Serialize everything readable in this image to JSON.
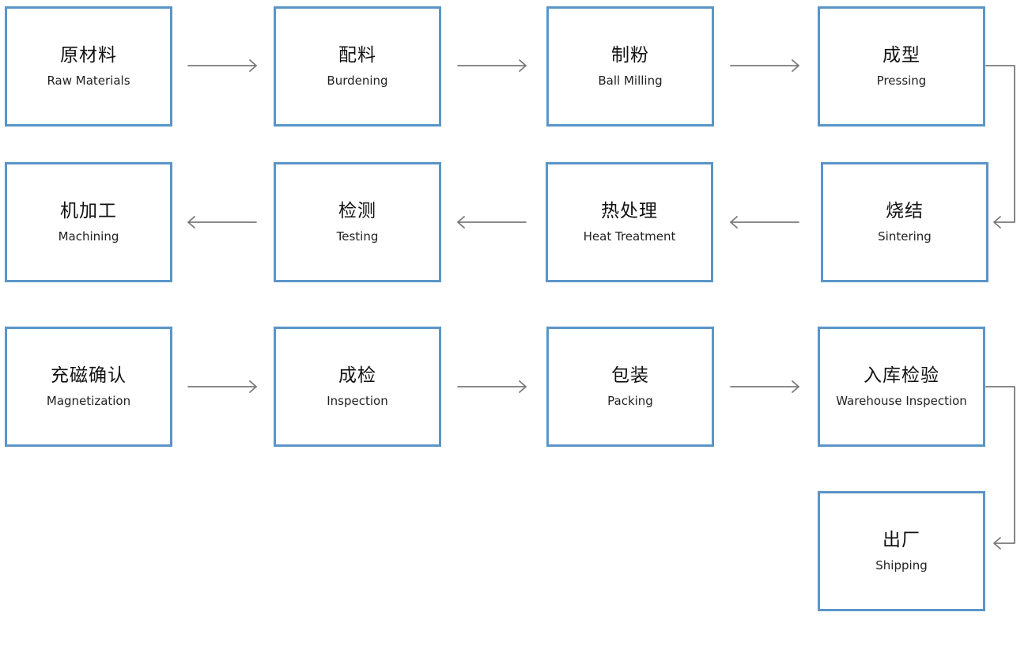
{
  "colors": {
    "box_border": "#5b95c8",
    "arrow": "#7a7a7a",
    "text": "#111111"
  },
  "steps": [
    {
      "title": "原材料",
      "subtitle": "Raw Materials"
    },
    {
      "title": "配料",
      "subtitle": "Burdening"
    },
    {
      "title": "制粉",
      "subtitle": "Ball Milling"
    },
    {
      "title": "成型",
      "subtitle": "Pressing"
    },
    {
      "title": "烧结",
      "subtitle": "Sintering"
    },
    {
      "title": "热处理",
      "subtitle": "Heat Treatment"
    },
    {
      "title": "检测",
      "subtitle": "Testing"
    },
    {
      "title": "机加工",
      "subtitle": "Machining"
    },
    {
      "title": "充磁确认",
      "subtitle": "Magnetization"
    },
    {
      "title": "成检",
      "subtitle": "Inspection"
    },
    {
      "title": "包装",
      "subtitle": "Packing"
    },
    {
      "title": "入库检验",
      "subtitle": "Warehouse Inspection"
    },
    {
      "title": "出厂",
      "subtitle": "Shipping"
    }
  ]
}
